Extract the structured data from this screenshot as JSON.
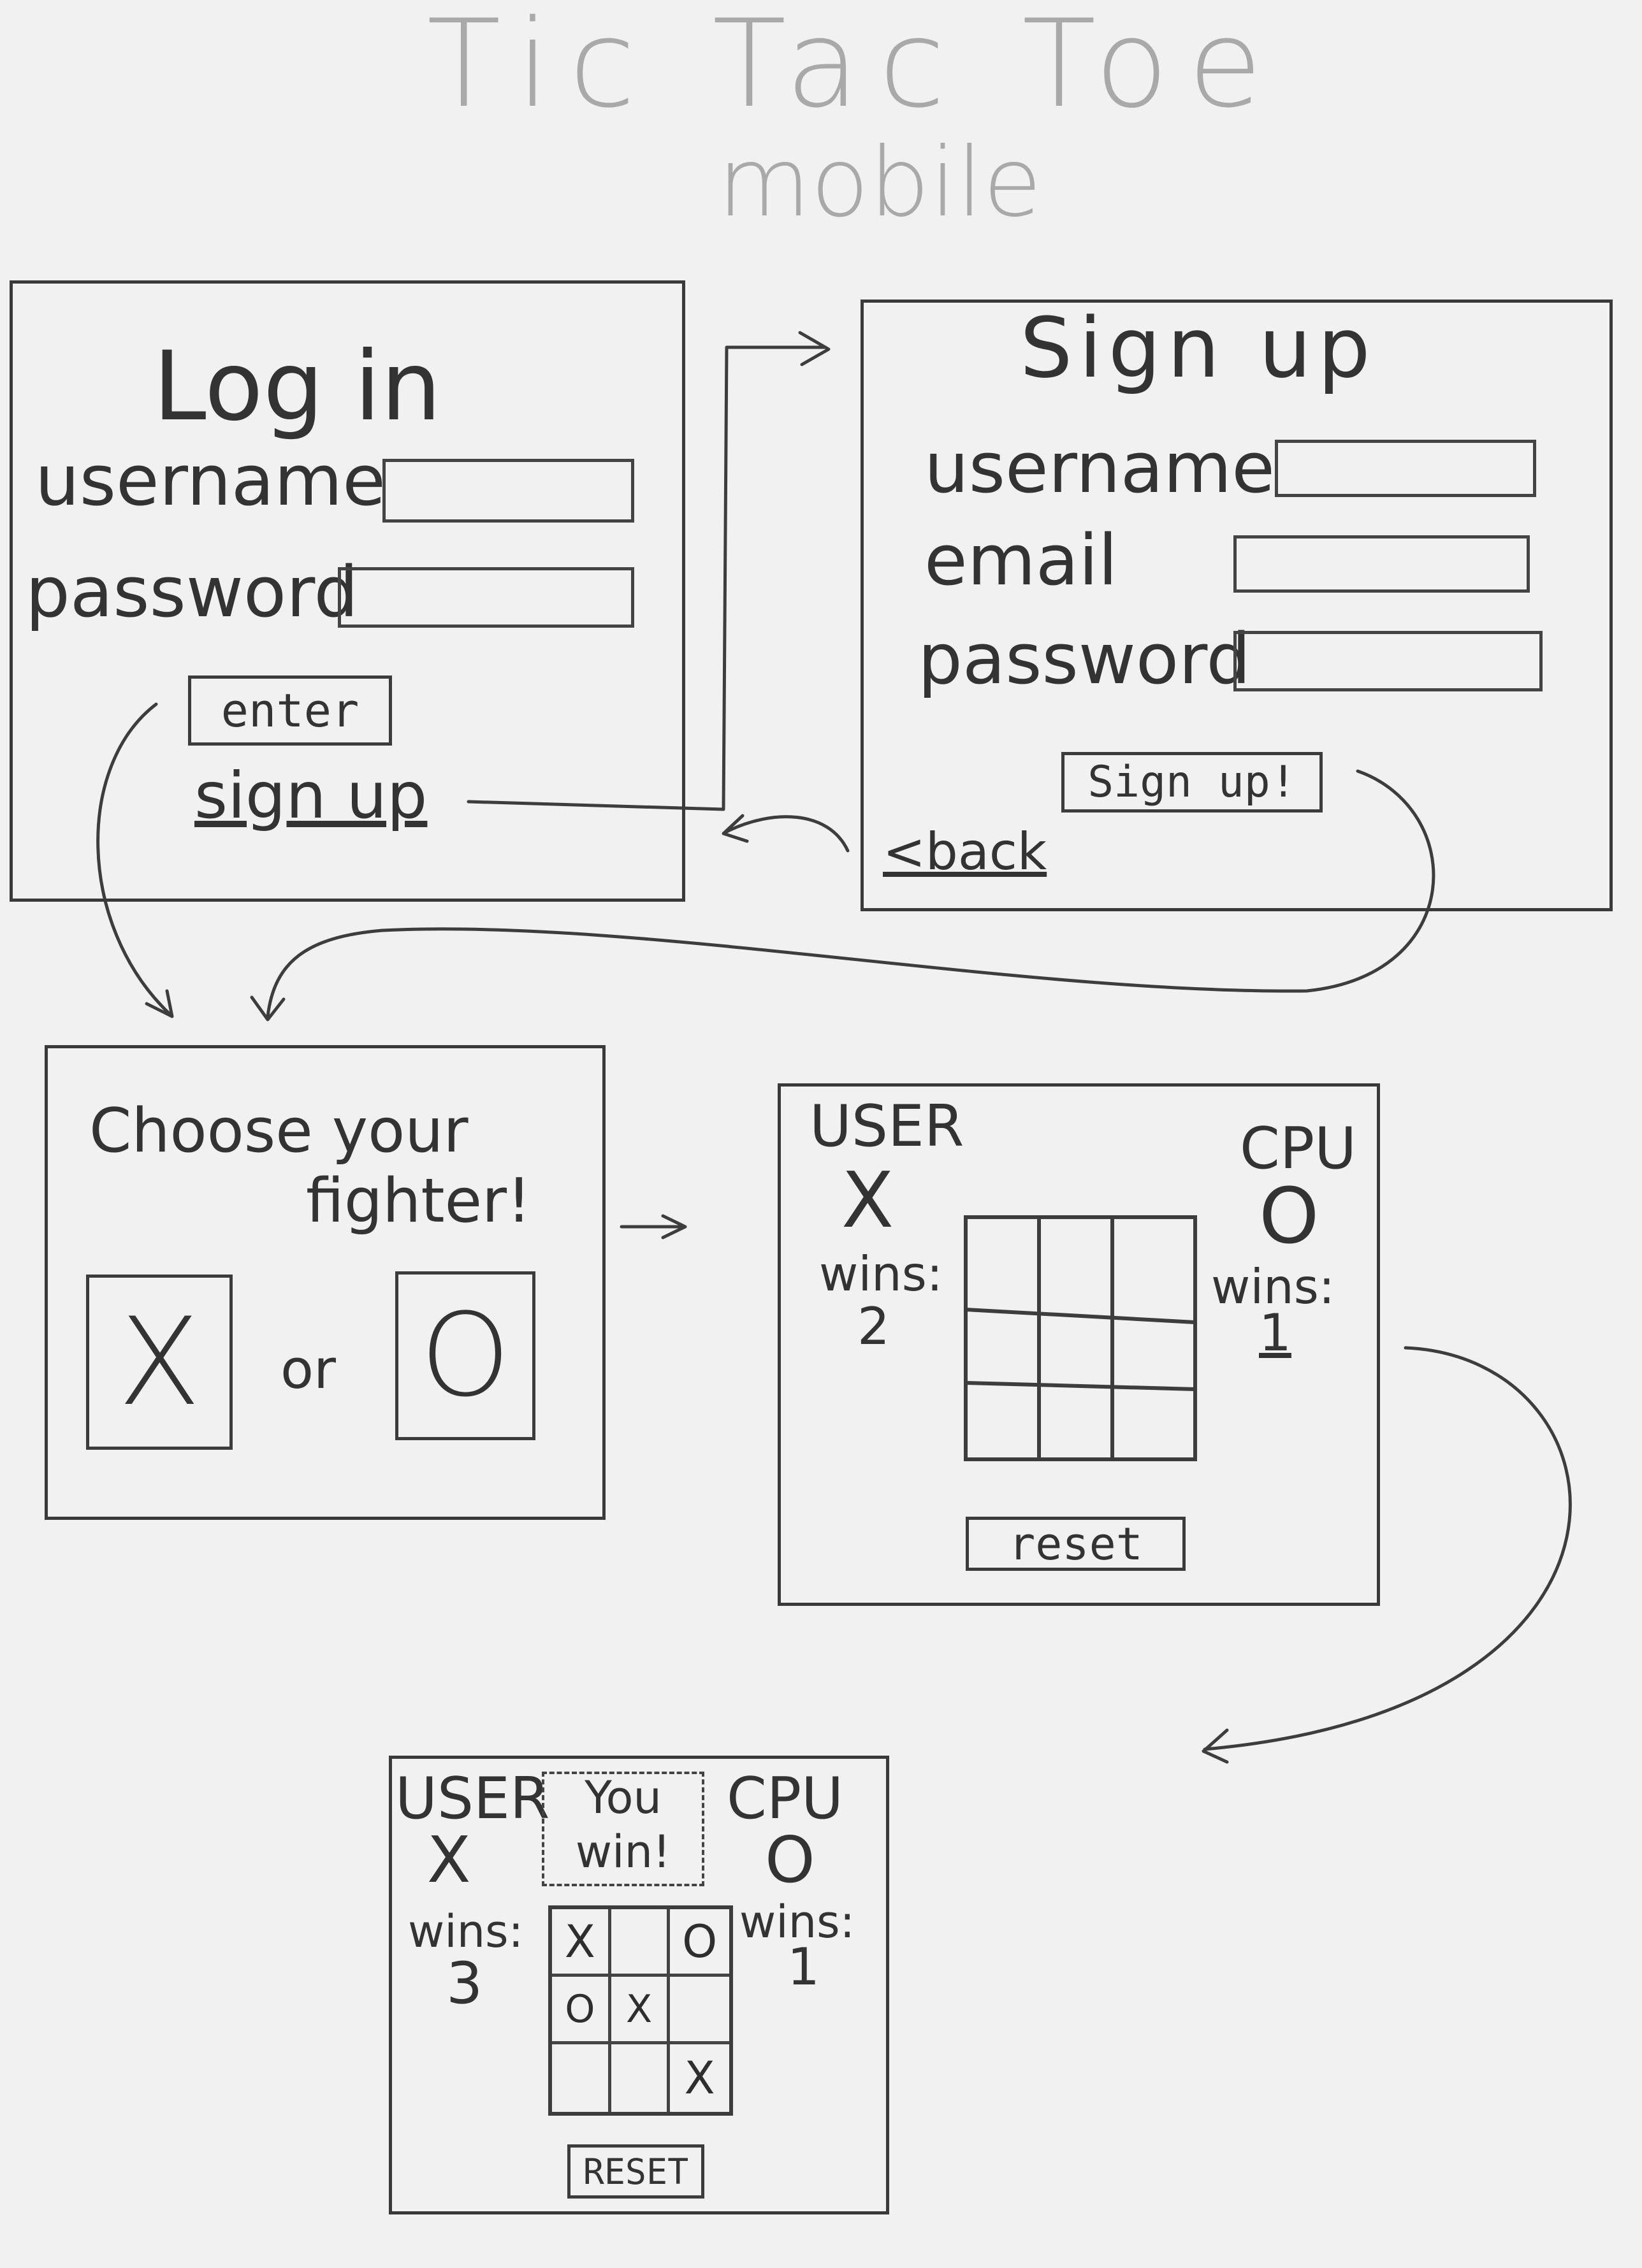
{
  "title": {
    "line1": "Tic Tac Toe",
    "line2": "mobile"
  },
  "login": {
    "heading": "Log in",
    "username_label": "username",
    "password_label": "password",
    "enter_label": "enter",
    "signup_link": "sign up"
  },
  "signup": {
    "heading": "Sign up",
    "username_label": "username",
    "email_label": "email",
    "password_label": "password",
    "submit_label": "Sign up!",
    "back_link": "<back"
  },
  "choose": {
    "heading_line1": "Choose your",
    "heading_line2": "fighter!",
    "x_option": "X",
    "or_text": "or",
    "o_option": "O"
  },
  "game": {
    "user_label": "USER",
    "user_symbol": "X",
    "user_wins_label": "wins:",
    "user_wins": "2",
    "cpu_label": "CPU",
    "cpu_symbol": "O",
    "cpu_wins_label": "wins:",
    "cpu_wins": "1",
    "reset_label": "reset"
  },
  "result": {
    "user_label": "USER",
    "user_symbol": "X",
    "user_wins_label": "wins:",
    "user_wins": "3",
    "cpu_label": "CPU",
    "cpu_symbol": "O",
    "cpu_wins_label": "wins:",
    "cpu_wins": "1",
    "banner_line1": "You",
    "banner_line2": "win!",
    "board": [
      "X",
      "",
      "O",
      "O",
      "X",
      "",
      "",
      "",
      "X"
    ],
    "reset_label": "RESET"
  }
}
